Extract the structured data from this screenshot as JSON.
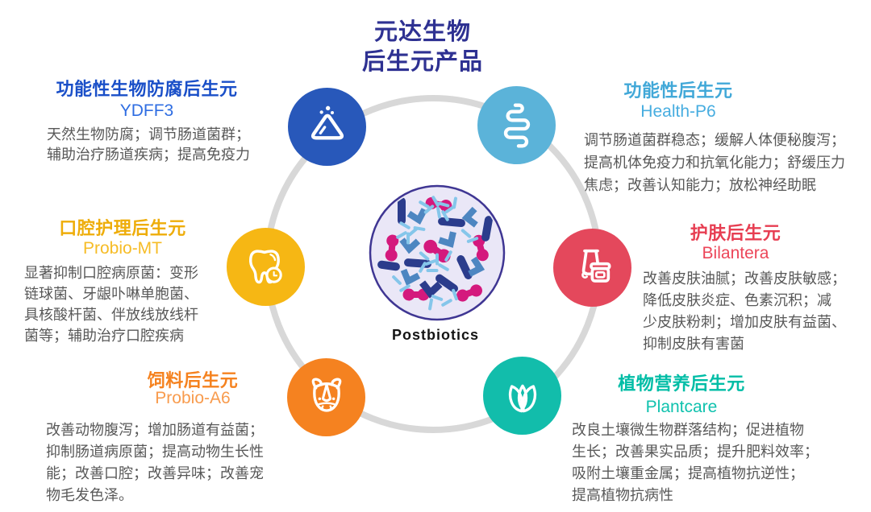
{
  "title": {
    "line1": "元达生物",
    "line2": "后生元产品"
  },
  "center": {
    "label": "Postbiotics",
    "illustration": "bacteria-microscope-view"
  },
  "colors": {
    "title_navy": "#2e3192",
    "ring_gray": "#d8d8d8",
    "body_text": "#585858",
    "center_fill": "#eae7f7",
    "center_border": "#3f3693",
    "bacteria_pink": "#d4197d",
    "bacteria_navy": "#2b3c8c",
    "bacteria_blue": "#4d86c1",
    "bacteria_light_blue": "#85c6ea"
  },
  "products": [
    {
      "position": "top-left",
      "category": "功能性生物防腐后生元",
      "product_name": "YDFF3",
      "description": "天然生物防腐；调节肠道菌群；\n辅助治疗肠道疾病；提高免疫力",
      "icon": "powder-pile-icon",
      "circle_color": "#2858ba",
      "accent_color": "#1a4fc8"
    },
    {
      "position": "top-right",
      "category": "功能性后生元",
      "product_name": "Health-P6",
      "description": "调节肠道菌群稳态；缓解人体便秘腹泻；\n提高机体免疫力和抗氧化能力；舒缓压力\n焦虑；改善认知能力；放松神经助眠",
      "icon": "intestine-icon",
      "circle_color": "#5bb3d9",
      "accent_color": "#41a8d8"
    },
    {
      "position": "left",
      "category": "口腔护理后生元",
      "product_name": "Probio-MT",
      "description": "显著抑制口腔病原菌：变形\n链球菌、牙龈卟啉单胞菌、\n具核酸杆菌、伴放线放线杆\n菌等；辅助治疗口腔疾病",
      "icon": "tooth-clock-icon",
      "circle_color": "#f6b714",
      "accent_color": "#eead0a"
    },
    {
      "position": "right",
      "category": "护肤后生元",
      "product_name": "Bilantera",
      "description": "改善皮肤油腻；改善皮肤敏感；\n降低皮肤炎症、色素沉积；减\n少皮肤粉刺；增加皮肤有益菌、\n抑制皮肤有害菌",
      "icon": "cosmetics-icon",
      "circle_color": "#e4485c",
      "accent_color": "#e73e52"
    },
    {
      "position": "bottom-left",
      "category": "饲料后生元",
      "product_name": "Probio-A6",
      "description": "改善动物腹泻；增加肠道有益菌；\n抑制肠道病原菌；提高动物生长性\n能；改善口腔；改善异味；改善宠\n物毛发色泽。",
      "icon": "rhino-icon",
      "circle_color": "#f58220",
      "accent_color": "#f5821f"
    },
    {
      "position": "bottom-right",
      "category": "植物营养后生元",
      "product_name": "Plantcare",
      "description": "改良土壤微生物群落结构；促进植物\n生长；改善果实品质；提升肥料效率；\n吸附土壤重金属；提高植物抗逆性；\n提高植物抗病性",
      "icon": "tulip-icon",
      "circle_color": "#12bdab",
      "accent_color": "#00bda6"
    }
  ]
}
